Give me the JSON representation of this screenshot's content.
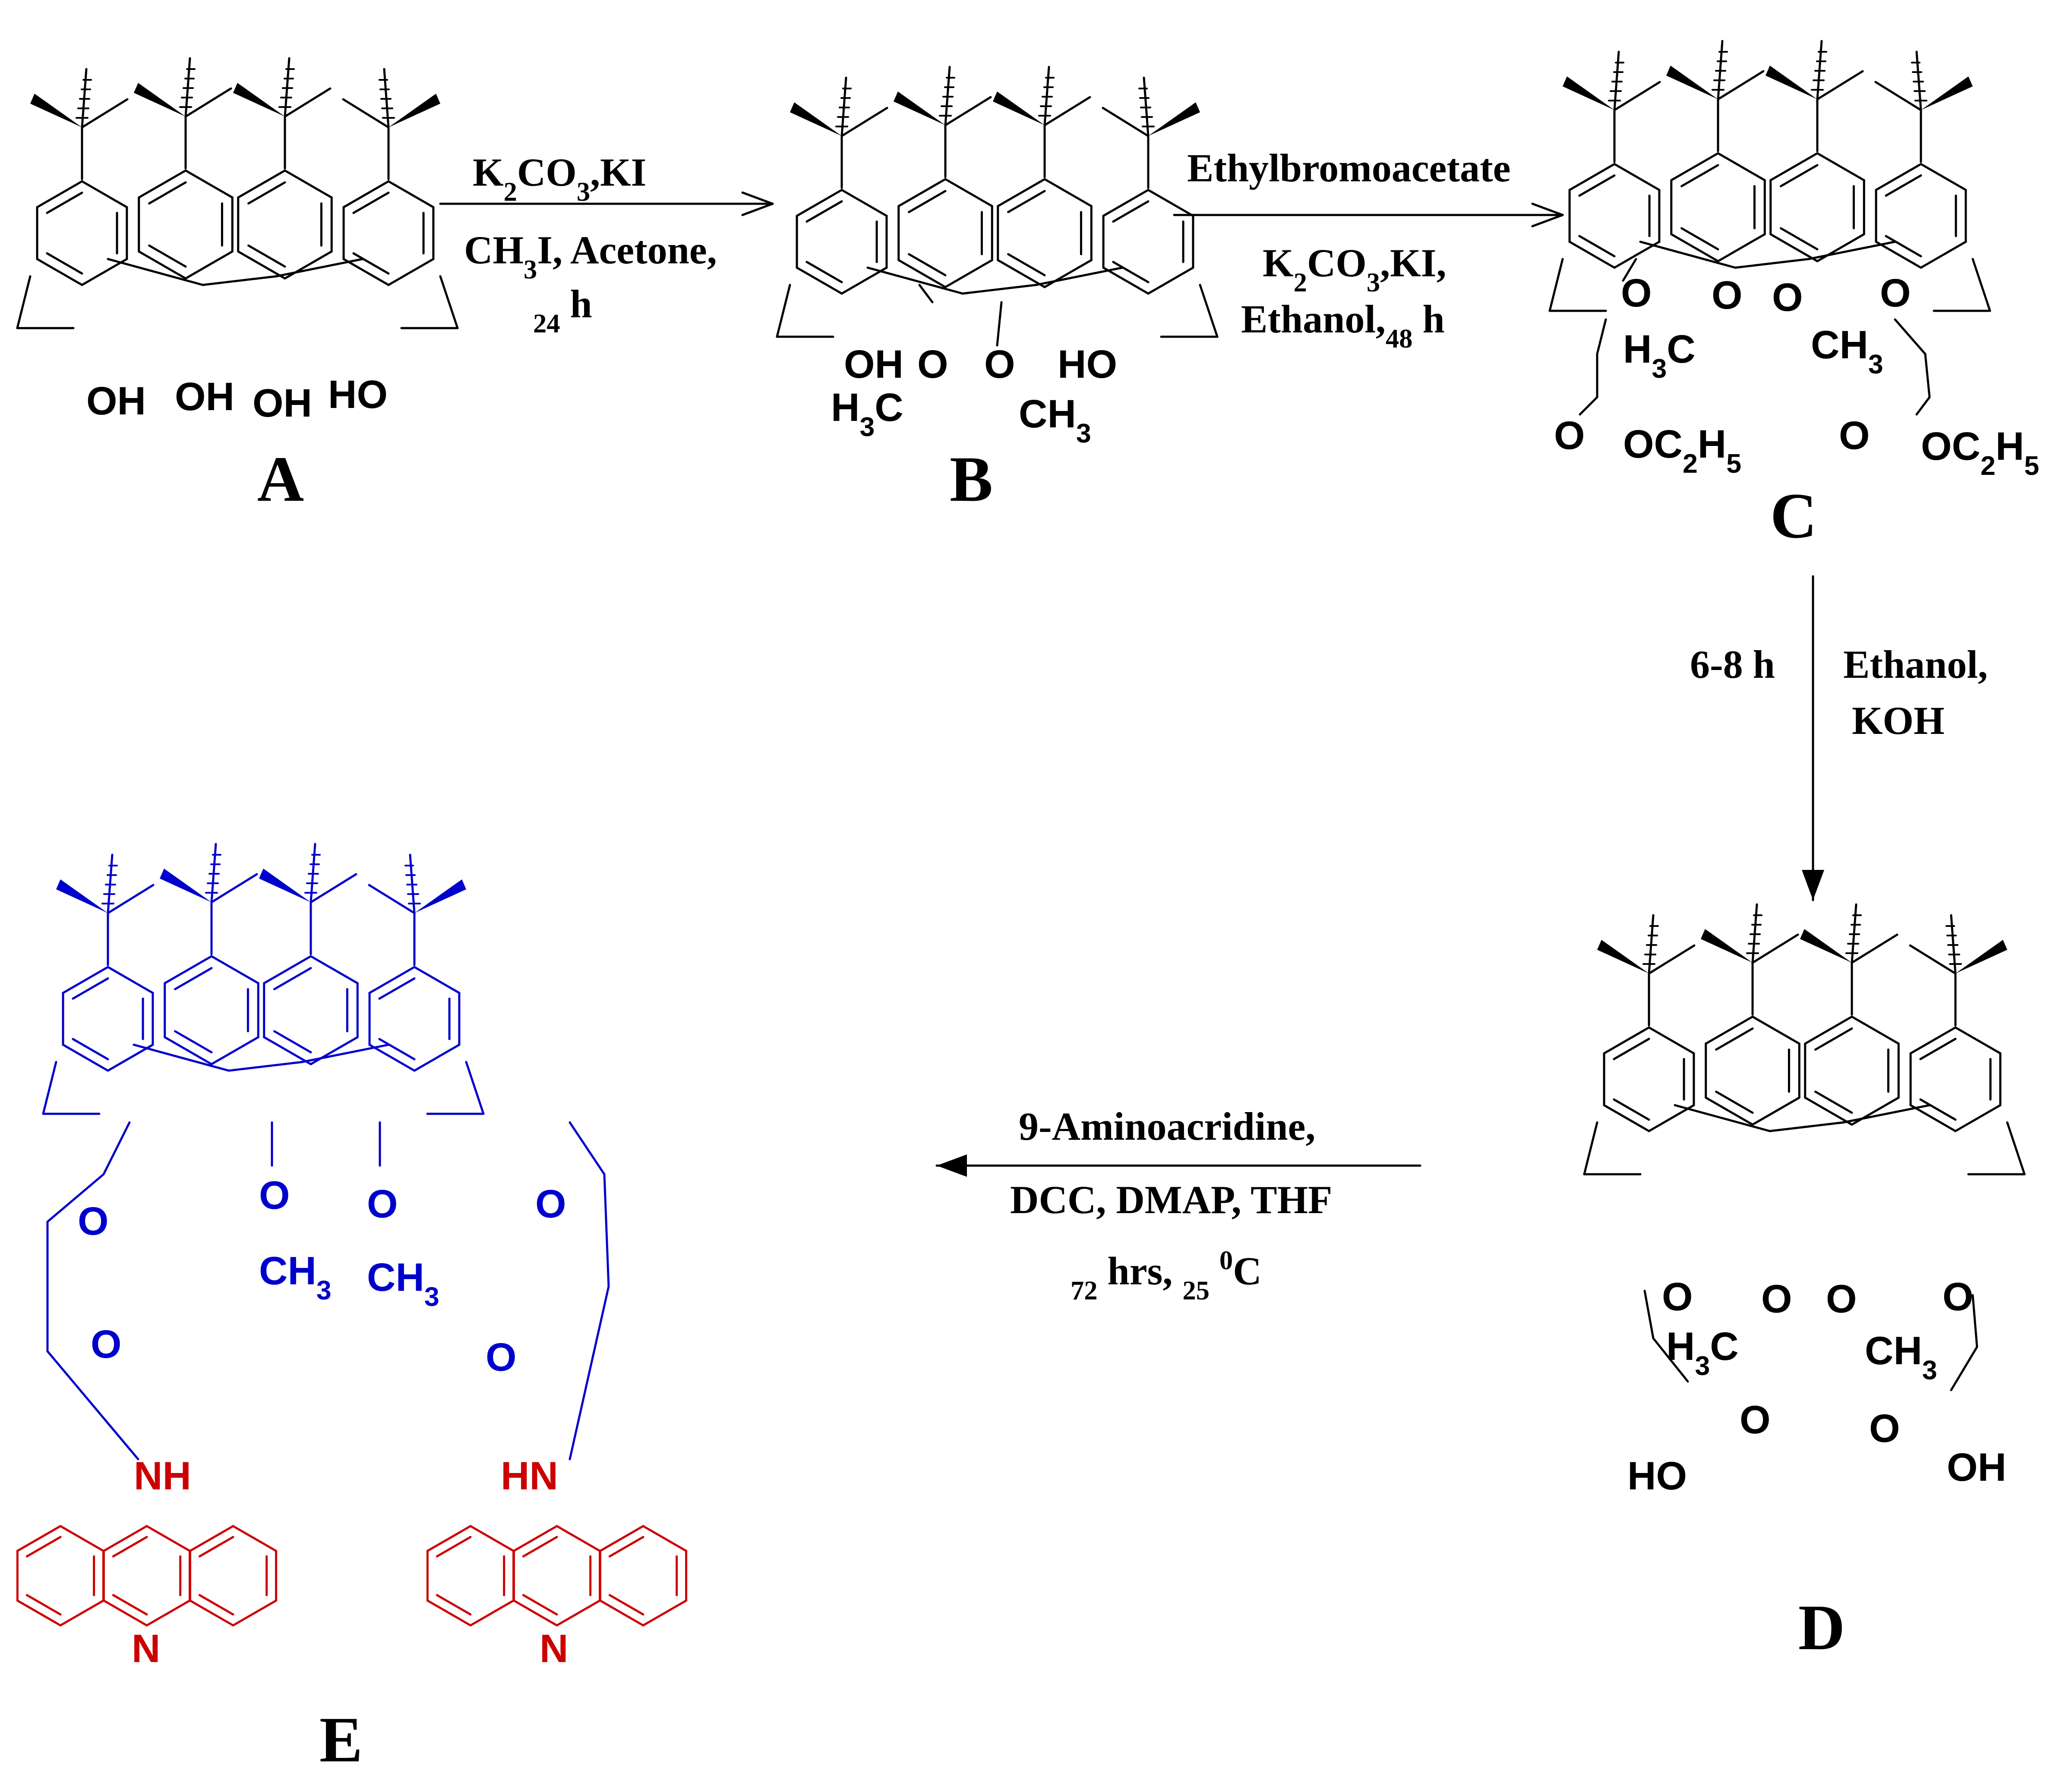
{
  "compounds": {
    "A": {
      "label": "A",
      "hydroxyls": [
        "OH",
        "OH",
        "OH",
        "HO"
      ]
    },
    "B": {
      "label": "B",
      "hydroxyls": [
        "OH",
        "HO"
      ],
      "methoxy_left": {
        "o": "O",
        "methyl": "H3C"
      },
      "methoxy_right": {
        "o": "O",
        "methyl": "CH3"
      }
    },
    "C": {
      "label": "C",
      "ether_o": "O",
      "methoxy_left": {
        "o": "O",
        "methyl": "H3C"
      },
      "methoxy_right": {
        "o": "O",
        "methyl": "CH3"
      },
      "carbonyl_o": "O",
      "ester": "OC2H5"
    },
    "D": {
      "label": "D",
      "ether_o": "O",
      "methoxy_left": {
        "o": "O",
        "methyl": "H3C"
      },
      "methoxy_right": {
        "o": "O",
        "methyl": "CH3"
      },
      "carbonyl_o": "O",
      "acid_left": "HO",
      "acid_right": "OH"
    },
    "E": {
      "label": "E",
      "ether_o": "O",
      "methoxy": {
        "o": "O",
        "methyl": "CH3"
      },
      "carbonyl_o": "O",
      "amide_left": "NH",
      "amide_right": "HN",
      "ring_n": "N"
    }
  },
  "steps": [
    {
      "from": "A",
      "to": "B",
      "lines": [
        "K2CO3,KI",
        "CH3I, Acetone,",
        "24 h"
      ]
    },
    {
      "from": "B",
      "to": "C",
      "lines": [
        "Ethylbromoacetate",
        "K2CO3,KI,",
        "Ethanol,48 h"
      ]
    },
    {
      "from": "C",
      "to": "D",
      "left": "6-8 h",
      "right": [
        "Ethanol,",
        "KOH"
      ]
    },
    {
      "from": "D",
      "to": "E",
      "lines": [
        "9-Aminoacridine,",
        "DCC, DMAP, THF",
        "72 hrs, 25 0C"
      ]
    }
  ],
  "colors": {
    "ink": "#000000",
    "calixarene_E": "#0000cc",
    "acridine_E": "#cc0000"
  }
}
